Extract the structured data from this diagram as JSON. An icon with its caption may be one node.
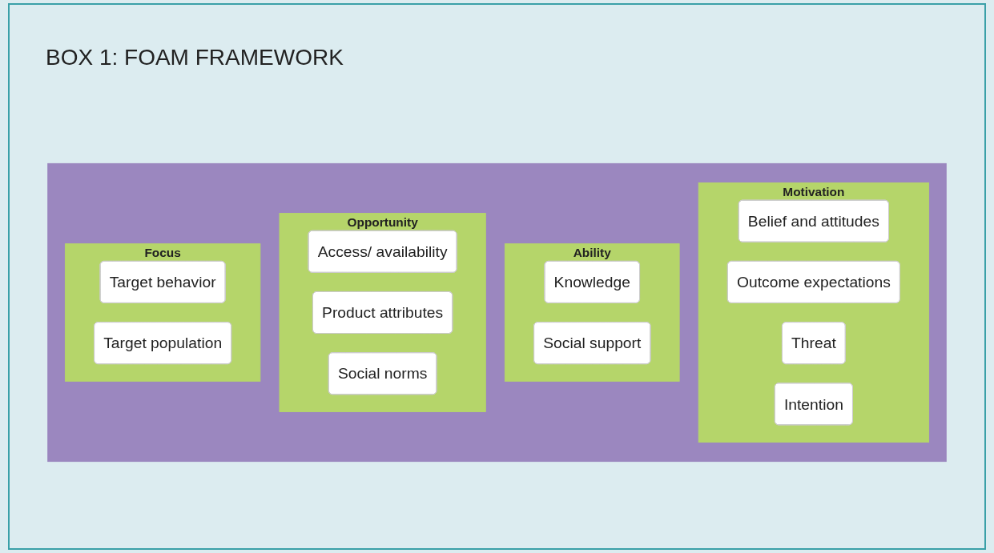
{
  "diagram": {
    "title": "BOX 1: FOAM FRAMEWORK",
    "nodes": [
      {
        "text": [],
        "shape": "box"
      },
      {
        "text": [
          "Focus"
        ],
        "in": 0
      },
      {
        "text": [
          "Target behavior"
        ],
        "in": 1
      },
      {
        "text": [
          "Target population"
        ],
        "in": 1
      },
      {
        "text": [
          "Opportunity"
        ],
        "in": 0
      },
      {
        "text": [
          "Access/ availability"
        ],
        "in": 4
      },
      {
        "text": [
          "Product attributes"
        ],
        "in": 4
      },
      {
        "text": [
          "Social norms"
        ],
        "in": 4
      },
      {
        "text": [
          "Ability"
        ],
        "in": 0
      },
      {
        "text": [
          "Knowledge"
        ],
        "in": 8
      },
      {
        "text": [
          "Social support"
        ],
        "in": 8
      },
      {
        "text": [
          "Motivation"
        ],
        "in": 0
      },
      {
        "text": [
          "Belief and attitudes"
        ],
        "in": 11
      },
      {
        "text": [
          "Outcome expectations"
        ],
        "in": 11
      },
      {
        "text": [
          "Threat"
        ],
        "in": 11
      },
      {
        "text": [
          "Intention"
        ],
        "in": 11
      }
    ]
  }
}
